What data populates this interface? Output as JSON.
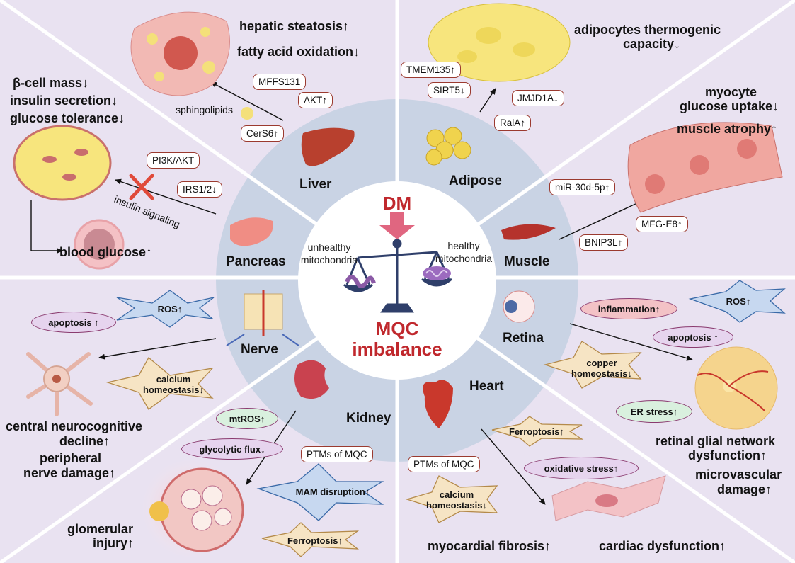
{
  "center": {
    "dm": "DM",
    "unhealthy": "unhealthy\nmitochondria",
    "healthy": "healthy\nmitochondria",
    "mqc_line1": "MQC",
    "mqc_line2": "imbalance"
  },
  "organs": {
    "liver": "Liver",
    "adipose": "Adipose",
    "muscle": "Muscle",
    "pancreas": "Pancreas",
    "nerve": "Nerve",
    "retina": "Retina",
    "kidney": "Kidney",
    "heart": "Heart"
  },
  "liver": {
    "outcome1": "hepatic steatosis↑",
    "outcome2": "fatty acid oxidation↓",
    "pill_mffs": "MFFS131",
    "pill_akt": "AKT↑",
    "sphingolipids": "sphingolipids",
    "pill_cers6": "CerS6↑"
  },
  "adipose": {
    "outcome1": "adipocytes thermogenic",
    "outcome2": "capacity↓",
    "pill_tmem": "TMEM135↑",
    "pill_sirt5": "SIRT5↓",
    "pill_jmjd": "JMJD1A↓",
    "pill_rala": "RalA↑"
  },
  "muscle": {
    "outcome1": "myocyte",
    "outcome2": "glucose uptake↓",
    "outcome3": "muscle atrophy↑",
    "pill_mir": "miR-30d-5p↑",
    "pill_mfg": "MFG-E8↑",
    "pill_bnip": "BNIP3L↑"
  },
  "pancreas": {
    "outcome1": "β-cell mass↓",
    "outcome2": "insulin secretion↓",
    "outcome3": "glucose tolerance↓",
    "pill_pi3k": "PI3K/AKT",
    "pill_irs": "IRS1/2↓",
    "insulin_signaling": "insulin signaling",
    "blood_glucose": "blood glucose↑"
  },
  "nerve": {
    "apoptosis": "apoptosis ↑",
    "ros": "ROS↑",
    "calcium": "calcium\nhomeostasis↓",
    "outcome1": "central neurocognitive",
    "outcome2": "decline↑",
    "outcome3": "peripheral",
    "outcome4": "nerve damage↑"
  },
  "retina": {
    "inflammation": "inflammation↑",
    "ros": "ROS↑",
    "apoptosis": "apoptosis ↑",
    "copper": "copper\nhomeostasis↓",
    "er_stress": "ER stress↑",
    "outcome1": "retinal glial network",
    "outcome2": "dysfunction↑",
    "outcome3": "microvascular",
    "outcome4": "damage↑"
  },
  "kidney": {
    "mtros": "mtROS↑",
    "glycolytic": "glycolytic flux↓",
    "ptms": "PTMs of MQC",
    "mam": "MAM disruption↑",
    "ferroptosis": "Ferroptosis↑",
    "outcome1": "glomerular",
    "outcome2": "injury↑"
  },
  "heart": {
    "ferroptosis": "Ferroptosis↑",
    "oxidative": "oxidative stress↑",
    "ptms": "PTMs of MQC",
    "calcium": "calcium\nhomeostasis↓",
    "outcome1": "myocardial fibrosis↑",
    "outcome2": "cardiac dysfunction↑"
  },
  "colors": {
    "panel_bg": "#e9e2f1",
    "ring_bg": "#c9d3e4",
    "center_bg": "#ffffff",
    "accent_red": "#c0282d",
    "arrow_pink": "#e06680"
  }
}
